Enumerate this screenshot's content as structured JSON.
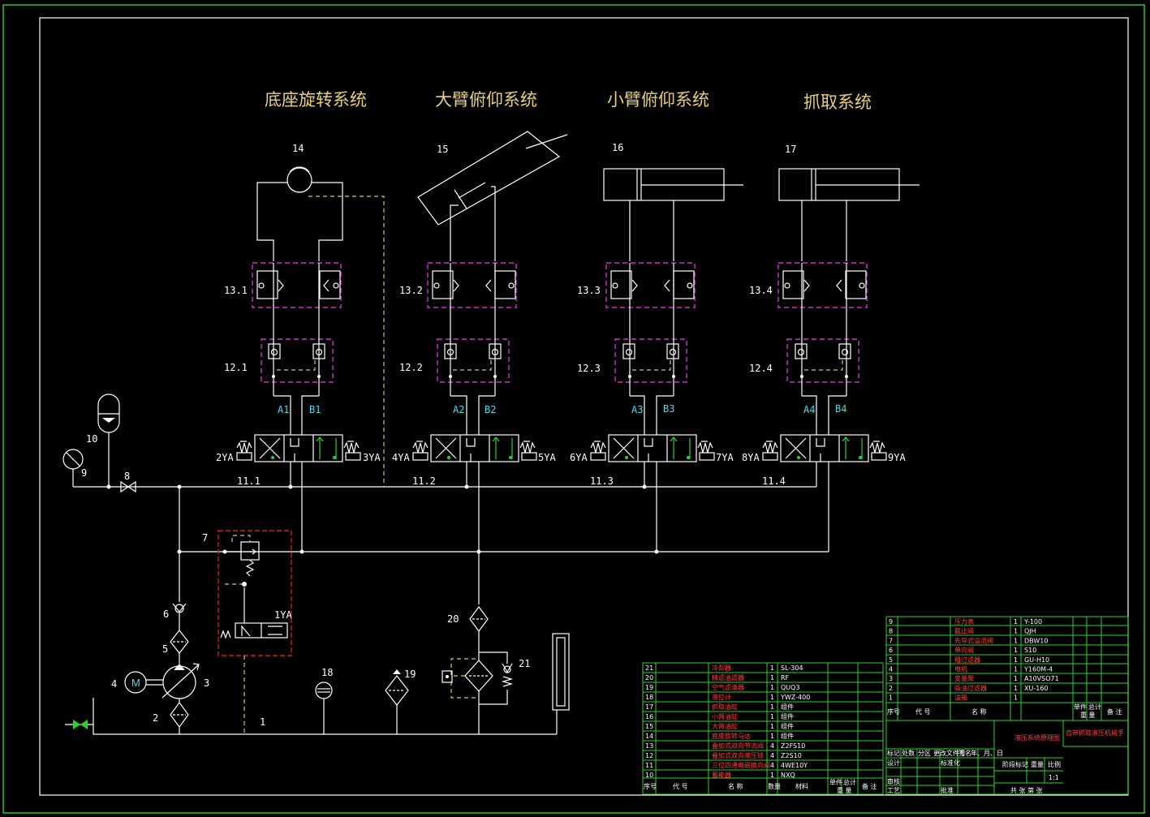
{
  "titles": {
    "base_rotation": "底座旋转系统",
    "big_arm": "大臂俯仰系统",
    "small_arm": "小臂俯仰系统",
    "grab": "抓取系统"
  },
  "numbers": {
    "n14": "14",
    "n15": "15",
    "n16": "16",
    "n17": "17",
    "n13_1": "13.1",
    "n13_2": "13.2",
    "n13_3": "13.3",
    "n13_4": "13.4",
    "n12_1": "12.1",
    "n12_2": "12.2",
    "n12_3": "12.3",
    "n12_4": "12.4",
    "n11_1": "11.1",
    "n11_2": "11.2",
    "n11_3": "11.3",
    "n11_4": "11.4",
    "n10": "10",
    "n9": "9",
    "n8": "8",
    "n7": "7",
    "n6": "6",
    "n5": "5",
    "n4": "4",
    "n3": "3",
    "n2": "2",
    "n1": "1",
    "n18": "18",
    "n19": "19",
    "n20": "20",
    "n21": "21",
    "motor": "M"
  },
  "ports": {
    "a1": "A1",
    "b1": "B1",
    "a2": "A2",
    "b2": "B2",
    "a3": "A3",
    "b3": "B3",
    "a4": "A4",
    "b4": "B4"
  },
  "solenoids": {
    "s1": "1YA",
    "s2": "2YA",
    "s3": "3YA",
    "s4": "4YA",
    "s5": "5YA",
    "s6": "6YA",
    "s7": "7YA",
    "s8": "8YA",
    "s9": "9YA"
  },
  "parts_left": [
    {
      "no": "21",
      "name": "冷却器",
      "qty": "1",
      "code": "SL-304"
    },
    {
      "no": "20",
      "name": "精滤油滤器",
      "qty": "1",
      "code": "RF"
    },
    {
      "no": "19",
      "name": "空气滤清器",
      "qty": "1",
      "code": "QUQ3"
    },
    {
      "no": "18",
      "name": "液位计",
      "qty": "1",
      "code": "YWZ-400"
    },
    {
      "no": "17",
      "name": "抓取油缸",
      "qty": "1",
      "code": "组件"
    },
    {
      "no": "16",
      "name": "小臂油缸",
      "qty": "1",
      "code": "组件"
    },
    {
      "no": "15",
      "name": "大臂油缸",
      "qty": "1",
      "code": "组件"
    },
    {
      "no": "14",
      "name": "底座旋转马达",
      "qty": "1",
      "code": "组件"
    },
    {
      "no": "13",
      "name": "叠加式双向节流阀",
      "qty": "4",
      "code": "Z2FS10"
    },
    {
      "no": "12",
      "name": "叠加式双向液压锁",
      "qty": "4",
      "code": "Z2S10"
    },
    {
      "no": "11",
      "name": "三位四通电磁换向阀",
      "qty": "4",
      "code": "4WE10Y"
    },
    {
      "no": "10",
      "name": "蓄能器",
      "qty": "1",
      "code": "NXQ"
    }
  ],
  "parts_right": [
    {
      "no": "9",
      "name": "压力表",
      "qty": "1",
      "code": "Y-100"
    },
    {
      "no": "8",
      "name": "截止阀",
      "qty": "1",
      "code": "QJH"
    },
    {
      "no": "7",
      "name": "先导式溢流阀",
      "qty": "1",
      "code": "DBW10"
    },
    {
      "no": "6",
      "name": "单向阀",
      "qty": "1",
      "code": "S10"
    },
    {
      "no": "5",
      "name": "粗过滤器",
      "qty": "1",
      "code": "GU-H10"
    },
    {
      "no": "4",
      "name": "电机",
      "qty": "1",
      "code": "Y160M-4"
    },
    {
      "no": "3",
      "name": "变量泵",
      "qty": "1",
      "code": "A10VSO71"
    },
    {
      "no": "2",
      "name": "吸油过滤器",
      "qty": "1",
      "code": "XU-160"
    },
    {
      "no": "1",
      "name": "油箱",
      "qty": "1",
      "code": ""
    }
  ],
  "table_headers": {
    "no": "序号",
    "code": "代 号",
    "name": "名 称",
    "qty": "数量",
    "material": "材料",
    "single": "单件",
    "total": "总计",
    "weight": "重 量",
    "remark": "备 注"
  },
  "title_block": {
    "drawing_name": "液压系统原理图",
    "product": "齿带抓取液压机械手",
    "scale": "1:1",
    "sheets": "共 张 第 张",
    "row1": [
      "标记",
      "处数",
      "分区",
      "更改文件号",
      "签名",
      "年、月、日"
    ],
    "row2": [
      "设计",
      "",
      "标准化"
    ],
    "row3": [
      "审核"
    ],
    "row4": [
      "工艺",
      "",
      "批准"
    ],
    "stage": "阶段标记",
    "weight": "重量",
    "ratio": "比例"
  }
}
